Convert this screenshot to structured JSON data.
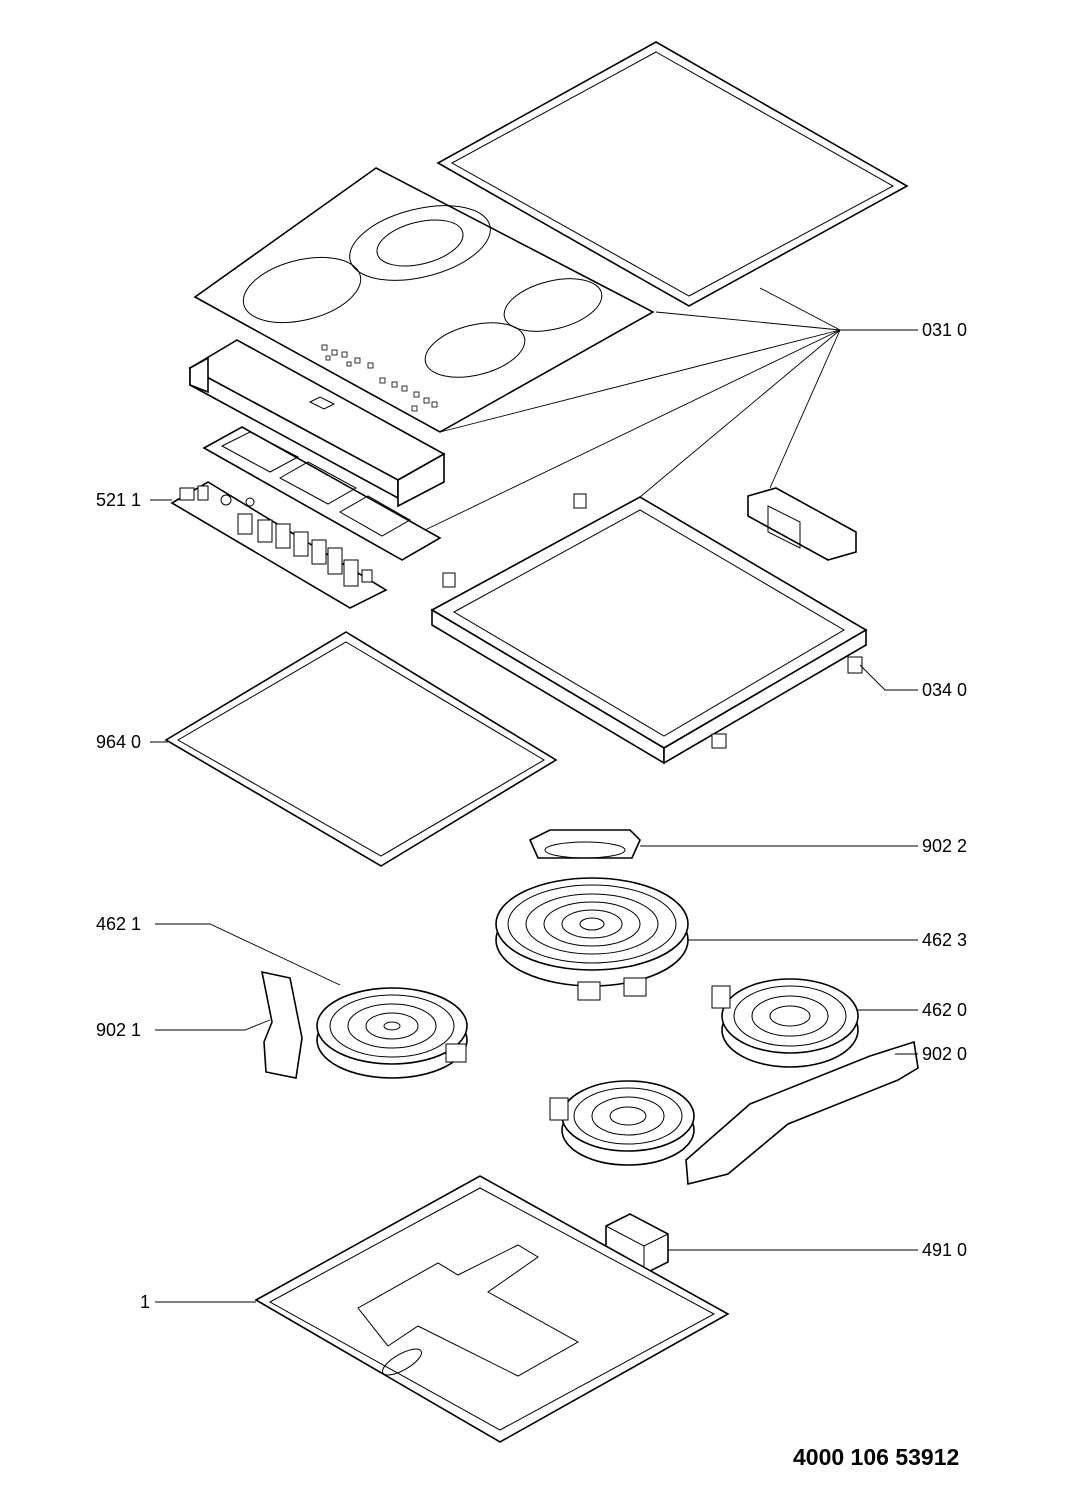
{
  "parts": [
    {
      "id": "p0310",
      "label": "031 0"
    },
    {
      "id": "p5211",
      "label": "521 1"
    },
    {
      "id": "p0340",
      "label": "034 0"
    },
    {
      "id": "p9640",
      "label": "964 0"
    },
    {
      "id": "p9022",
      "label": "902 2"
    },
    {
      "id": "p4621",
      "label": "462 1"
    },
    {
      "id": "p4623",
      "label": "462 3"
    },
    {
      "id": "p9021",
      "label": "902 1"
    },
    {
      "id": "p4620",
      "label": "462 0"
    },
    {
      "id": "p9020",
      "label": "902 0"
    },
    {
      "id": "p4910",
      "label": "491 0"
    },
    {
      "id": "p1",
      "label": "1"
    }
  ],
  "document_number": "4000 106 53912"
}
